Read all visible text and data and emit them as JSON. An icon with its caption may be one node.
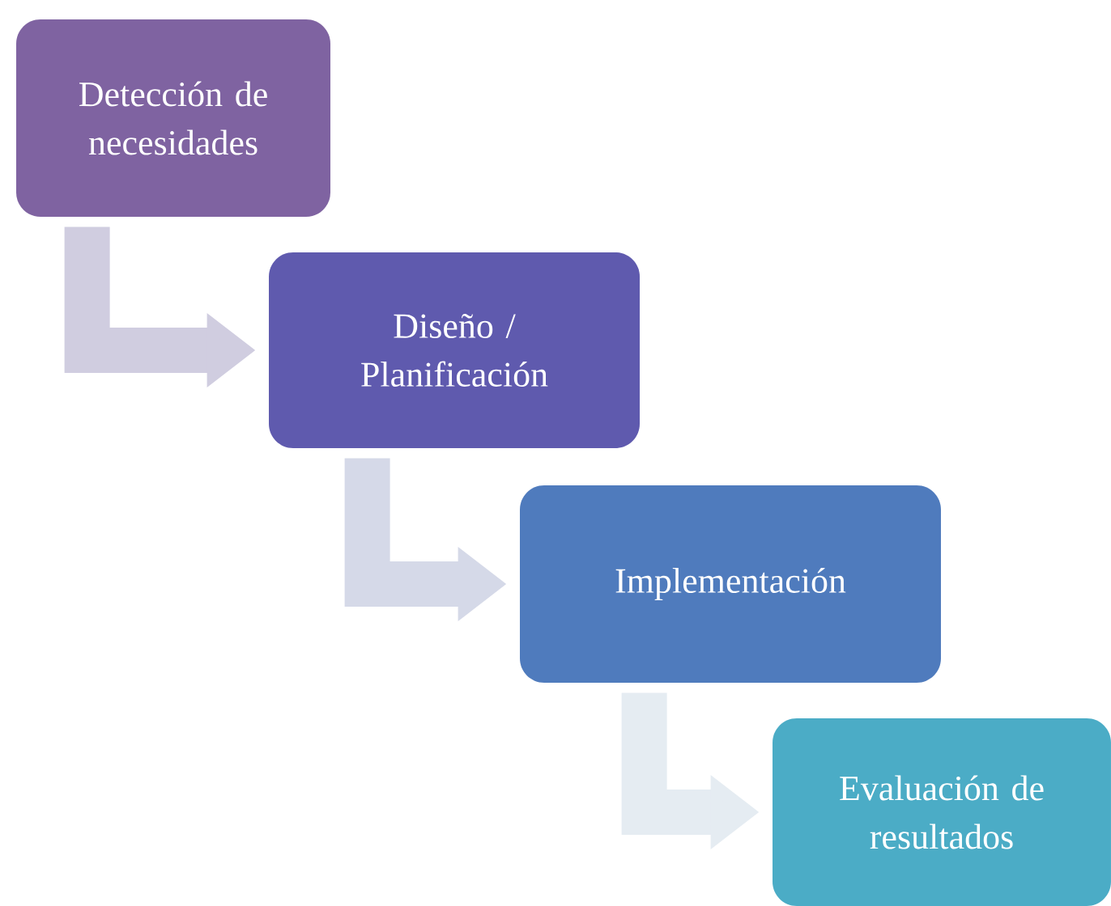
{
  "diagram": {
    "nodes": [
      {
        "text": [
          "Detección de necesidades"
        ]
      },
      {
        "text": [
          "Diseño / Planificación"
        ]
      },
      {
        "text": [
          "Implementación"
        ]
      },
      {
        "text": [
          "Evaluación de resultados"
        ]
      }
    ],
    "edges": [
      {
        "from": 0,
        "to": 1,
        "arrow": "to",
        "color": "#d0cde0"
      },
      {
        "from": 1,
        "to": 2,
        "arrow": "to",
        "color": "#d5d9e8"
      },
      {
        "from": 2,
        "to": 3,
        "arrow": "to",
        "color": "#e5ecf2"
      }
    ]
  }
}
